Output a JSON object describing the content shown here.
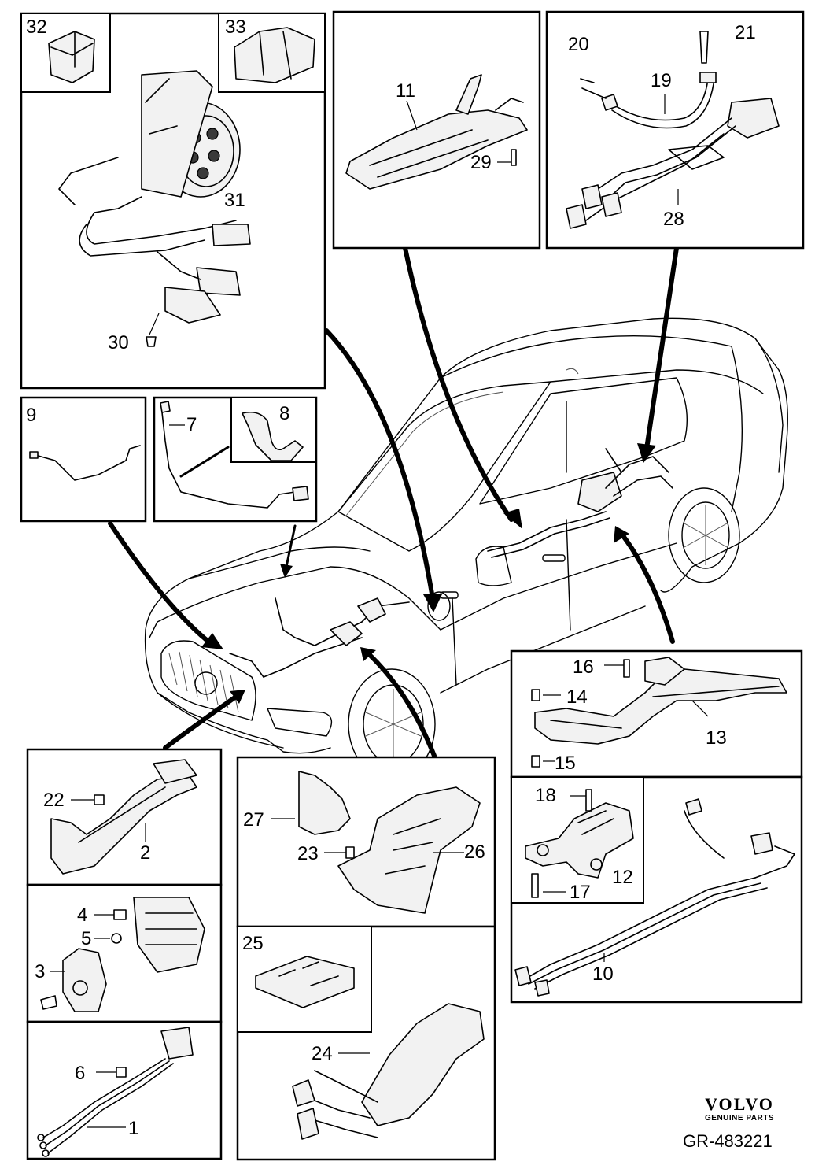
{
  "labels": {
    "p1": "1",
    "p2": "2",
    "p3": "3",
    "p4": "4",
    "p5": "5",
    "p6": "6",
    "p7": "7",
    "p8": "8",
    "p9": "9",
    "p10": "10",
    "p11": "11",
    "p12": "12",
    "p13": "13",
    "p14": "14",
    "p15": "15",
    "p16": "16",
    "p17": "17",
    "p18": "18",
    "p19": "19",
    "p20": "20",
    "p21": "21",
    "p22": "22",
    "p23": "23",
    "p24": "24",
    "p25": "25",
    "p26": "26",
    "p27": "27",
    "p28": "28",
    "p29": "29",
    "p30": "30",
    "p31": "31",
    "p32": "32",
    "p33": "33"
  },
  "brand": {
    "logo": "VOLVO",
    "sub": "GENUINE PARTS"
  },
  "reference_code": "GR-483221"
}
